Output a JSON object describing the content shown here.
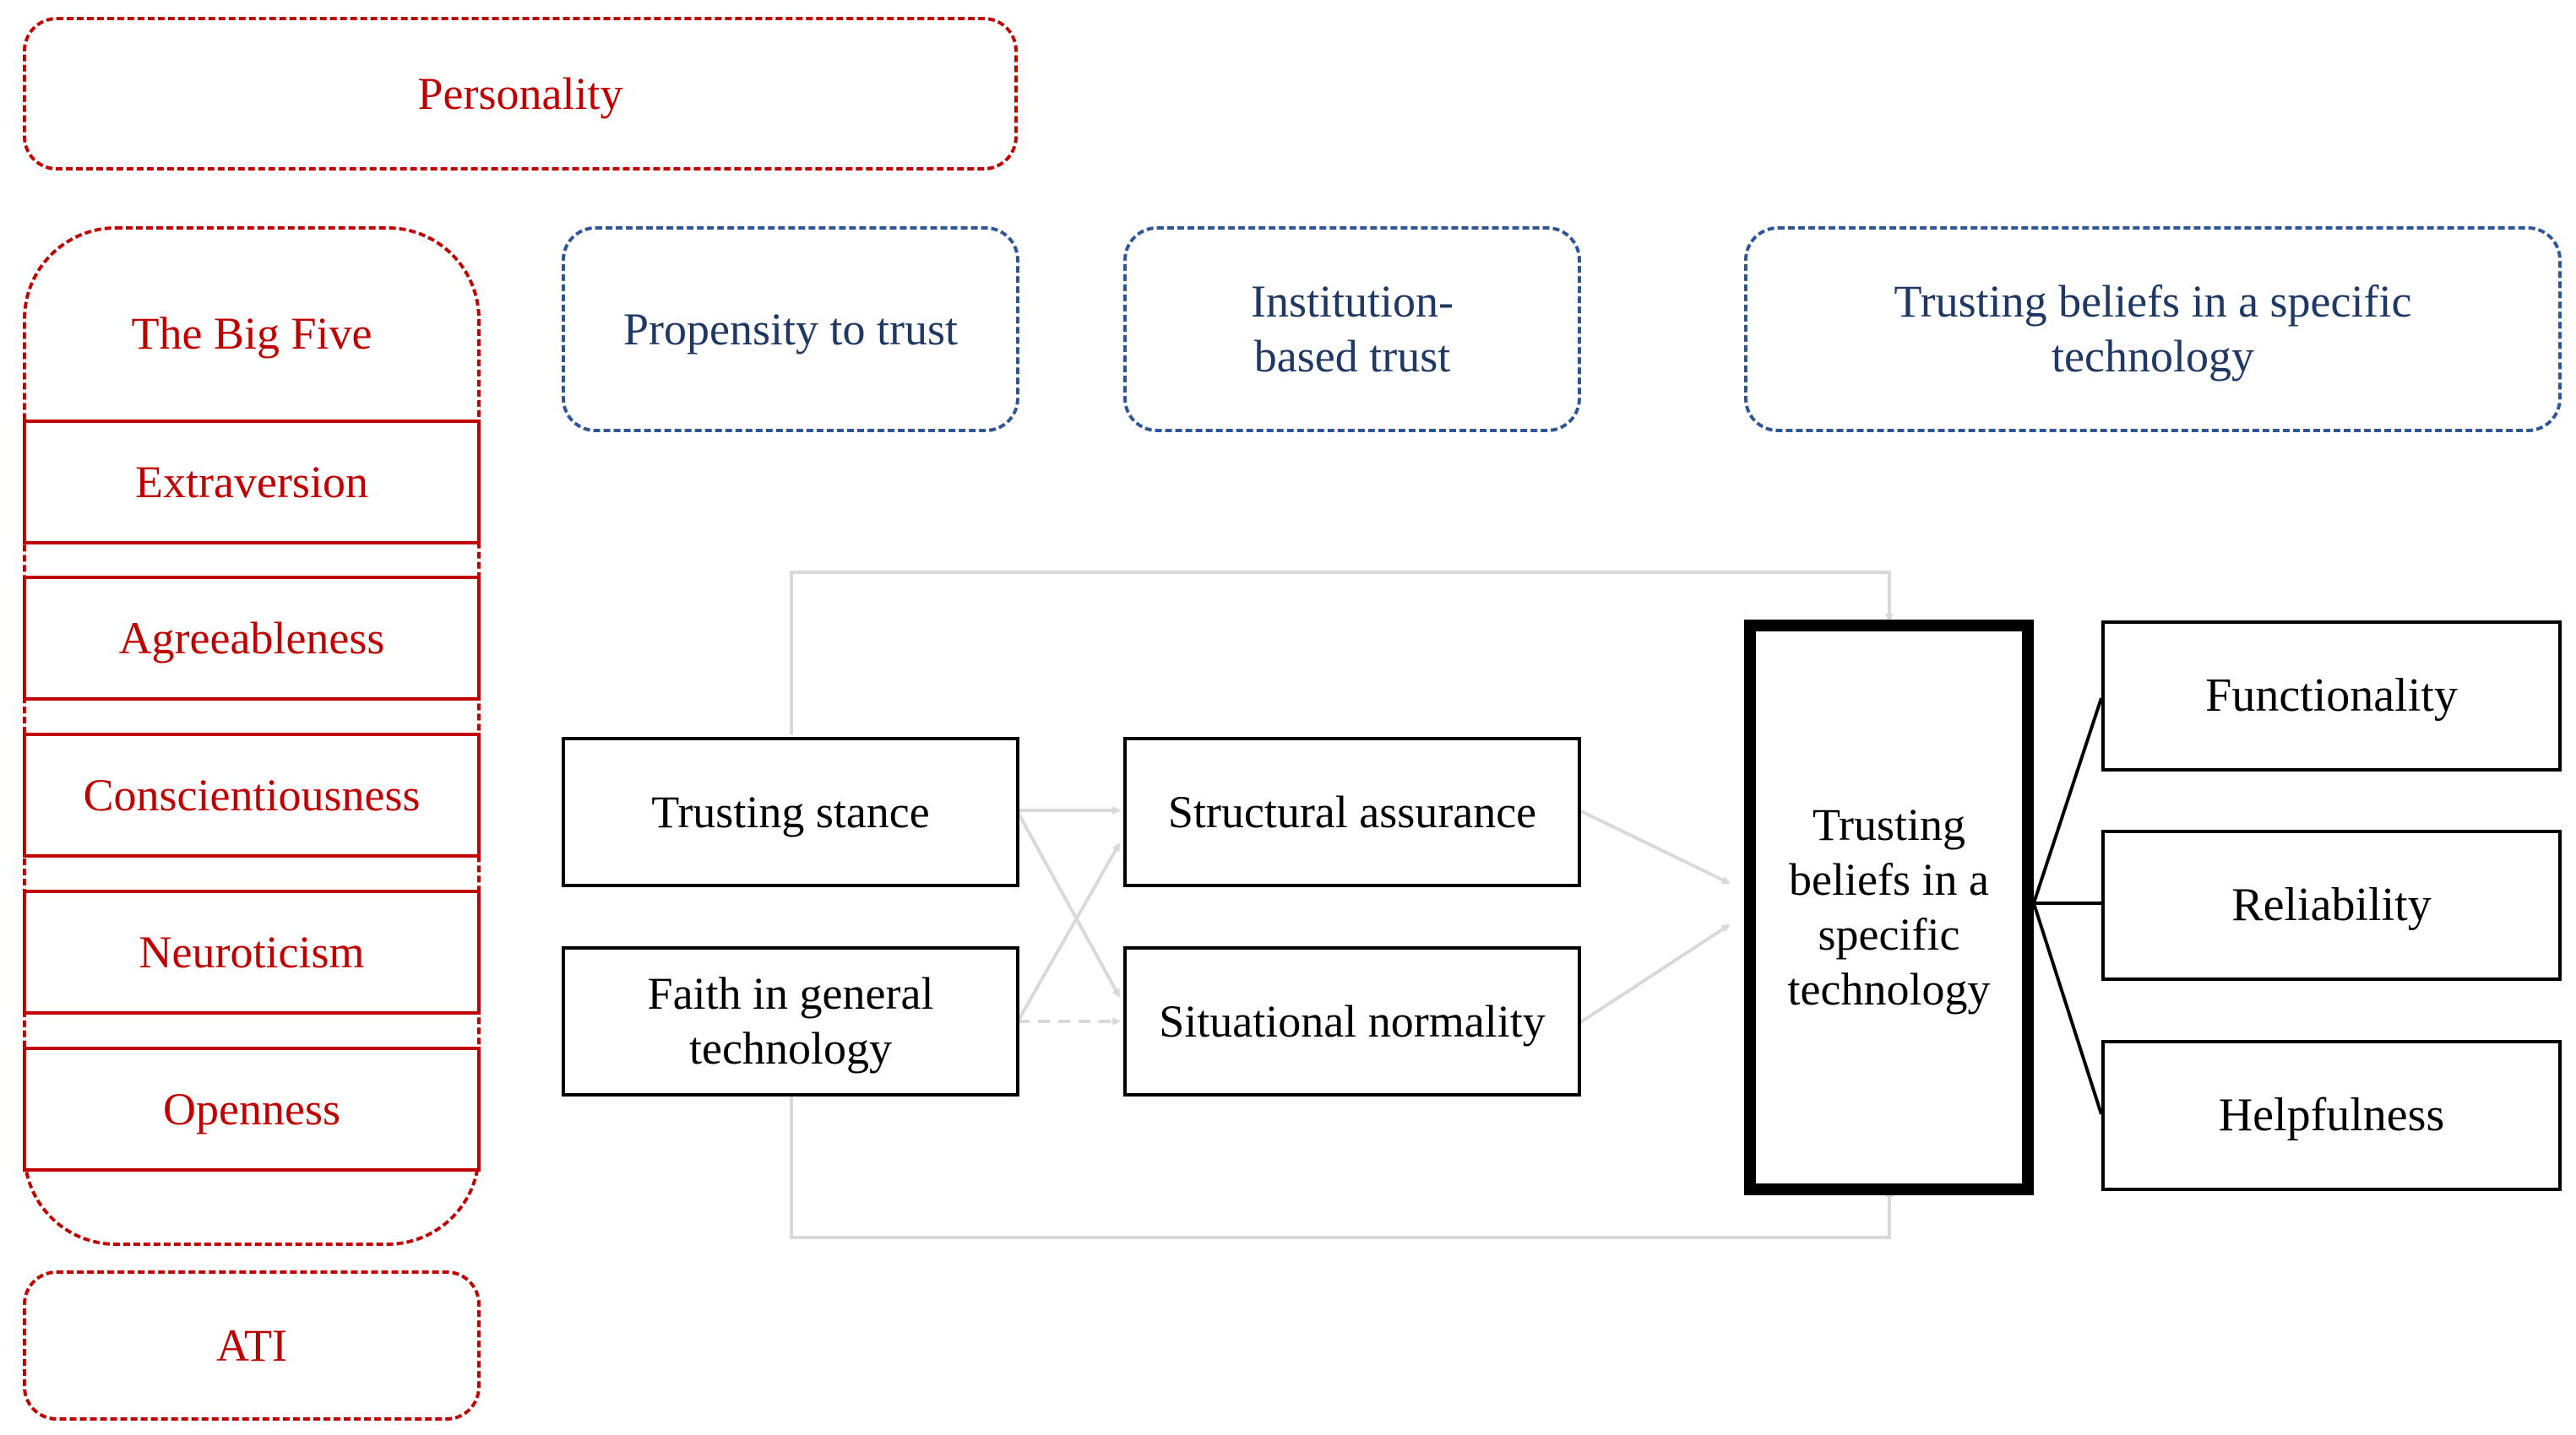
{
  "personality": {
    "header": "Personality",
    "big_five_title": "The Big Five",
    "traits": [
      "Extraversion",
      "Agreeableness",
      "Conscientiousness",
      "Neuroticism",
      "Openness"
    ],
    "ati": "ATI"
  },
  "categories": {
    "propensity": "Propensity to trust",
    "institution": "Institution-based trust",
    "trusting_beliefs": "Trusting beliefs in a specific technology"
  },
  "model": {
    "trusting_stance": "Trusting stance",
    "faith": "Faith in general technology",
    "structural_assurance": "Structural assurance",
    "situational_normality": "Situational normality",
    "central": "Trusting beliefs in a specific technology",
    "outcomes": [
      "Functionality",
      "Reliability",
      "Helpfulness"
    ]
  },
  "colors": {
    "personality": "#c00000",
    "trust_categories": "#1f3864",
    "arrows": "#d9d9d9",
    "model_boxes": "#000000"
  }
}
